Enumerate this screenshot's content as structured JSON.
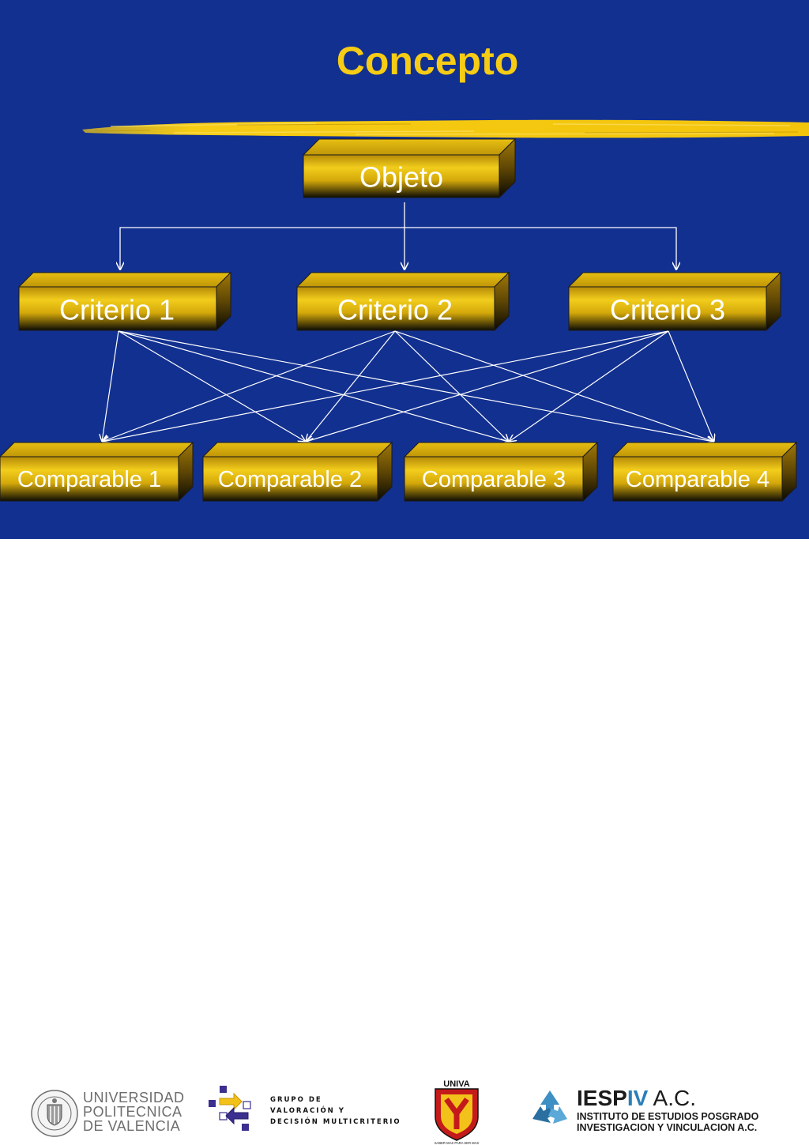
{
  "slide": {
    "title": "Concepto",
    "colors": {
      "background": "#123090",
      "accent": "#f6cc14",
      "box": "#d4a80a",
      "edge": "#ffffff"
    }
  },
  "diagram": {
    "nodes": {
      "objeto": "Objeto",
      "criterio_1": "Criterio 1",
      "criterio_2": "Criterio 2",
      "criterio_3": "Criterio 3",
      "comparable_1": "Comparable 1",
      "comparable_2": "Comparable 2",
      "comparable_3": "Comparable 3",
      "comparable_4": "Comparable 4"
    },
    "edges": [
      [
        "objeto",
        "criterio_1"
      ],
      [
        "objeto",
        "criterio_2"
      ],
      [
        "objeto",
        "criterio_3"
      ],
      [
        "criterio_1",
        "comparable_1"
      ],
      [
        "criterio_1",
        "comparable_2"
      ],
      [
        "criterio_1",
        "comparable_3"
      ],
      [
        "criterio_1",
        "comparable_4"
      ],
      [
        "criterio_2",
        "comparable_1"
      ],
      [
        "criterio_2",
        "comparable_2"
      ],
      [
        "criterio_2",
        "comparable_3"
      ],
      [
        "criterio_2",
        "comparable_4"
      ],
      [
        "criterio_3",
        "comparable_1"
      ],
      [
        "criterio_3",
        "comparable_2"
      ],
      [
        "criterio_3",
        "comparable_3"
      ],
      [
        "criterio_3",
        "comparable_4"
      ]
    ]
  },
  "footer": {
    "upv": {
      "line1": "UNIVERSIDAD",
      "line2": "POLITECNICA",
      "line3": "DE VALENCIA",
      "seal_text": "UNIVERSIDAD POLITECNICA DE VALENCIA"
    },
    "gvdm": {
      "line1": "GRUPO DE",
      "line2": "VALORACIÓN Y",
      "line3": "DECISIÓN MULTICRITERIO"
    },
    "univa": {
      "name": "UNIVA",
      "motto": "SABER MAS PARA SER MAS"
    },
    "iespiv": {
      "title_prefix": "IESP",
      "title_accent": "IV",
      "title_suffix": " A.C.",
      "line1": "INSTITUTO DE ESTUDIOS POSGRADO",
      "line2": "INVESTIGACION Y VINCULACION A.C."
    }
  }
}
